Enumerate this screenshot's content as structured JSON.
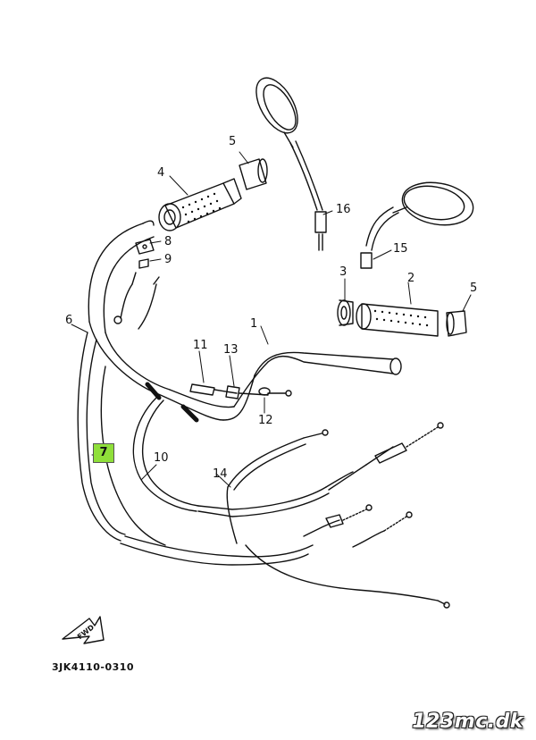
{
  "diagram": {
    "diagram_code": "3JK4110-0310",
    "watermark": "123mc.dk",
    "fwd_label": "FWD",
    "highlighted_part": "7",
    "callouts": {
      "p1": "1",
      "p2": "2",
      "p3": "3",
      "p4": "4",
      "p5a": "5",
      "p5b": "5",
      "p6": "6",
      "p8": "8",
      "p9": "9",
      "p10": "10",
      "p11": "11",
      "p12": "12",
      "p13": "13",
      "p14": "14",
      "p15": "15",
      "p16": "16"
    }
  }
}
